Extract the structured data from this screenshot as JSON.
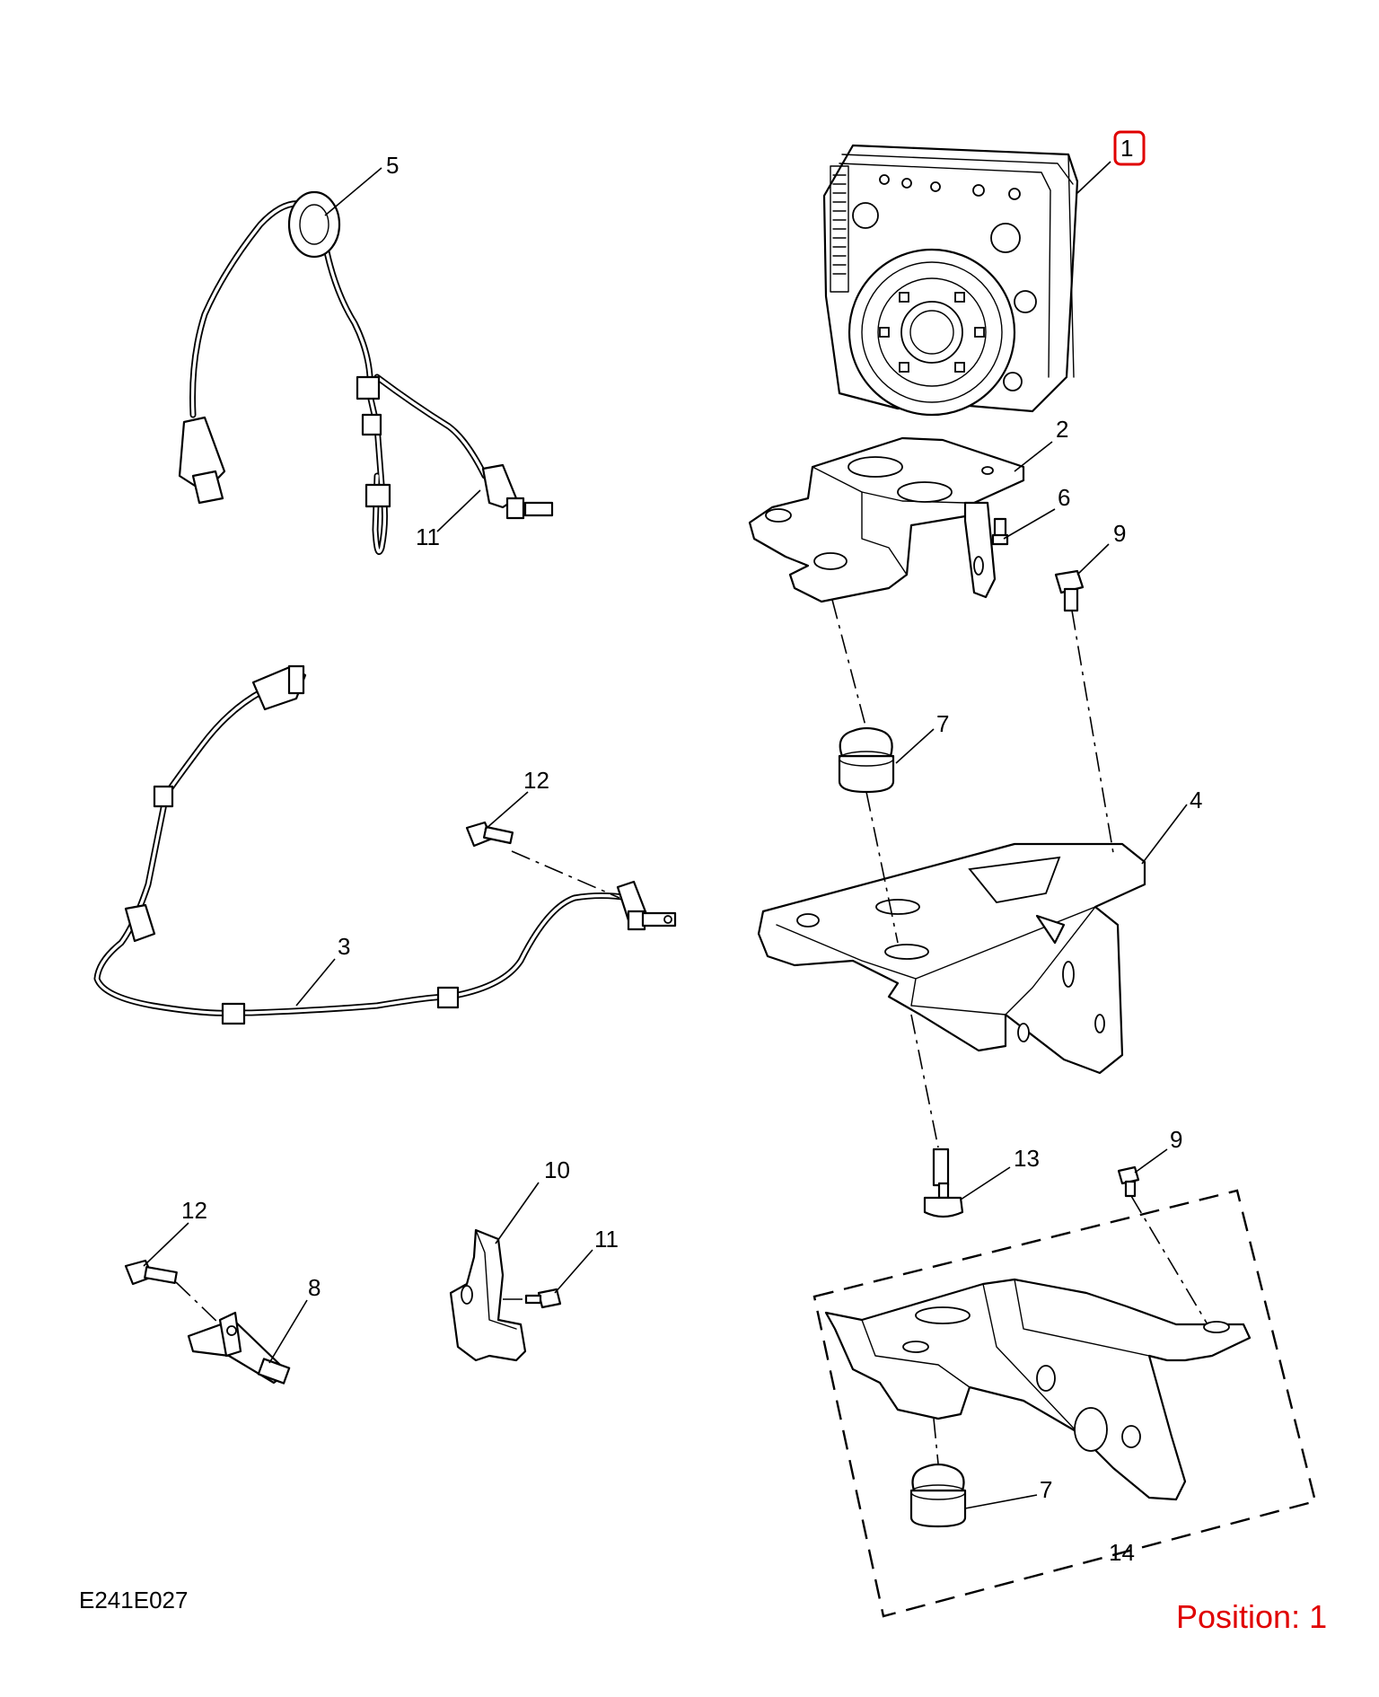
{
  "diagram": {
    "code": "E241E027",
    "position_label": "Position: 1",
    "highlight_color": "#e00000",
    "callouts": {
      "c1": "1",
      "c2": "2",
      "c3": "3",
      "c4": "4",
      "c5": "5",
      "c6": "6",
      "c7a": "7",
      "c7b": "7",
      "c8": "8",
      "c9a": "9",
      "c9b": "9",
      "c10": "10",
      "c11a": "11",
      "c11b": "11",
      "c12a": "12",
      "c12b": "12",
      "c13": "13",
      "c14": "14"
    }
  }
}
